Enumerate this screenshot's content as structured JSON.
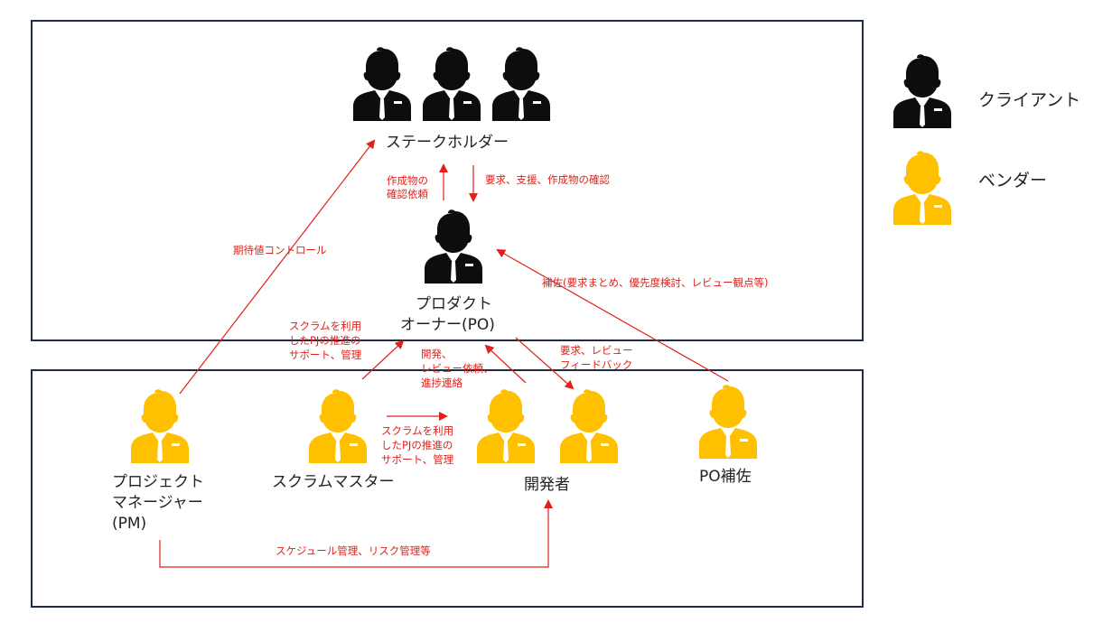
{
  "colors": {
    "client": "#0d0d0d",
    "vendor": "#ffc000",
    "arrow": "#e0201a",
    "box_border": "#1f2a44"
  },
  "icons": {
    "client": "person-suit-icon",
    "vendor": "person-suit-icon"
  },
  "legend": {
    "client_label": "クライアント",
    "vendor_label": "ベンダー"
  },
  "roles": {
    "stakeholder": "ステークホルダー",
    "po_line1": "プロダクト",
    "po_line2": "オーナー(PO)",
    "pm_line1": "プロジェクト",
    "pm_line2": "マネージャー",
    "pm_line3": "(PM)",
    "scrum_master": "スクラムマスター",
    "developers": "開発者",
    "po_assist": "PO補佐"
  },
  "notes": {
    "confirm_line1": "作成物の",
    "confirm_line2": "確認依頼",
    "request_support": "要求、支援、作成物の確認",
    "expectation": "期待値コントロール",
    "po_assist_items": "補佐(要求まとめ、優先度検討、レビュー観点等)",
    "sm_po_line1": "スクラムを利用",
    "sm_po_line2": "したPJの推進の",
    "sm_po_line3": "サポート、管理",
    "dev_po_line1": "開発、",
    "dev_po_line2": "レビュー依頼、",
    "dev_po_line3": "進捗連絡",
    "po_dev_line1": "要求、レビュー",
    "po_dev_line2": "フィードバック",
    "sm_dev_line1": "スクラムを利用",
    "sm_dev_line2": "したPJの推進の",
    "sm_dev_line3": "サポート、管理",
    "schedule": "スケジュール管理、リスク管理等"
  }
}
